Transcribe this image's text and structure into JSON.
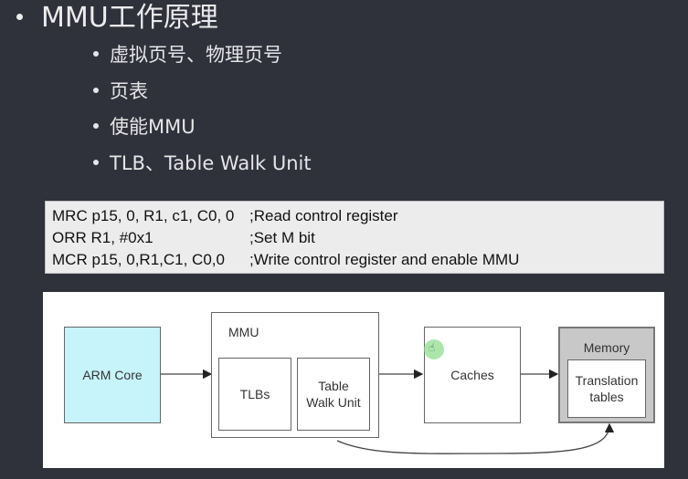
{
  "slide": {
    "title": "MMU工作原理",
    "bullets": [
      "虚拟页号、物理页号",
      "页表",
      "使能MMU",
      "TLB、Table Walk Unit"
    ]
  },
  "code": {
    "lines": [
      {
        "instr": "MRC p15, 0, R1, c1, C0, 0",
        "comment": ";Read control register"
      },
      {
        "instr": "ORR R1, #0x1",
        "comment": ";Set M bit"
      },
      {
        "instr": "MCR p15, 0,R1,C1, C0,0",
        "comment": ";Write control register and enable MMU"
      }
    ]
  },
  "diagram": {
    "arm_core": "ARM Core",
    "mmu": "MMU",
    "tlbs": "TLBs",
    "table_walk_line1": "Table",
    "table_walk_line2": "Walk Unit",
    "caches": "Caches",
    "memory": "Memory",
    "translation_line1": "Translation",
    "translation_line2": "tables",
    "colors": {
      "arm_core_fill": "#c7f3fb",
      "memory_fill": "#c8c8c8",
      "cursor_highlight": "#8fe08f"
    }
  }
}
